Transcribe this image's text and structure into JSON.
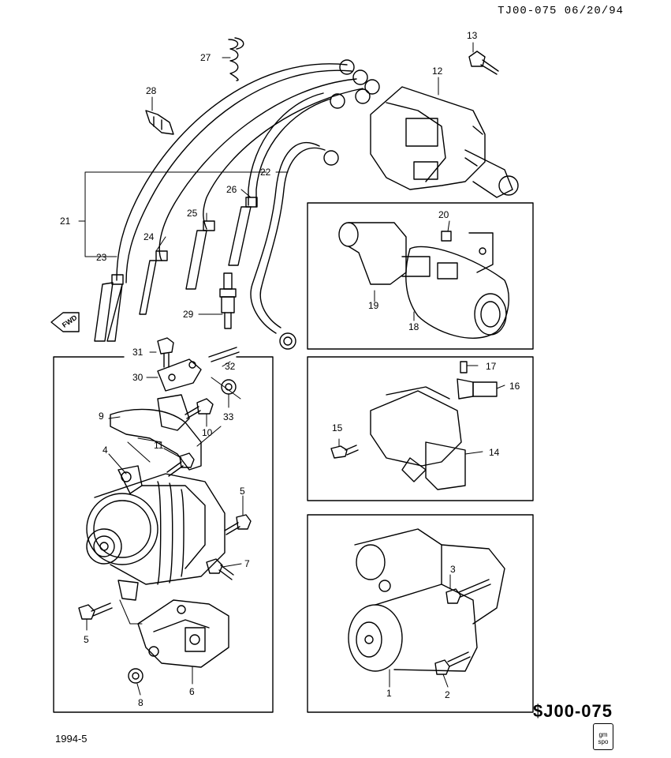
{
  "header": {
    "doc_code": "TJ00-075 06/20/94"
  },
  "footer": {
    "date": "1994-5",
    "code": "$J00-075",
    "logo_text": "gm spo"
  },
  "fwd_label": "FWD",
  "callouts": [
    {
      "id": "c1",
      "text": "1"
    },
    {
      "id": "c2",
      "text": "2"
    },
    {
      "id": "c3",
      "text": "3"
    },
    {
      "id": "c4",
      "text": "4"
    },
    {
      "id": "c5a",
      "text": "5"
    },
    {
      "id": "c5b",
      "text": "5"
    },
    {
      "id": "c6",
      "text": "6"
    },
    {
      "id": "c7",
      "text": "7"
    },
    {
      "id": "c8",
      "text": "8"
    },
    {
      "id": "c9",
      "text": "9"
    },
    {
      "id": "c10",
      "text": "10"
    },
    {
      "id": "c11",
      "text": "11"
    },
    {
      "id": "c12",
      "text": "12"
    },
    {
      "id": "c13",
      "text": "13"
    },
    {
      "id": "c14",
      "text": "14"
    },
    {
      "id": "c15",
      "text": "15"
    },
    {
      "id": "c16",
      "text": "16"
    },
    {
      "id": "c17",
      "text": "17"
    },
    {
      "id": "c18",
      "text": "18"
    },
    {
      "id": "c19",
      "text": "19"
    },
    {
      "id": "c20",
      "text": "20"
    },
    {
      "id": "c21",
      "text": "21"
    },
    {
      "id": "c22",
      "text": "22"
    },
    {
      "id": "c23",
      "text": "23"
    },
    {
      "id": "c24",
      "text": "24"
    },
    {
      "id": "c25",
      "text": "25"
    },
    {
      "id": "c26",
      "text": "26"
    },
    {
      "id": "c27",
      "text": "27"
    },
    {
      "id": "c28",
      "text": "28"
    },
    {
      "id": "c29",
      "text": "29"
    },
    {
      "id": "c30",
      "text": "30"
    },
    {
      "id": "c31",
      "text": "31"
    },
    {
      "id": "c32",
      "text": "32"
    },
    {
      "id": "c33",
      "text": "33"
    }
  ]
}
